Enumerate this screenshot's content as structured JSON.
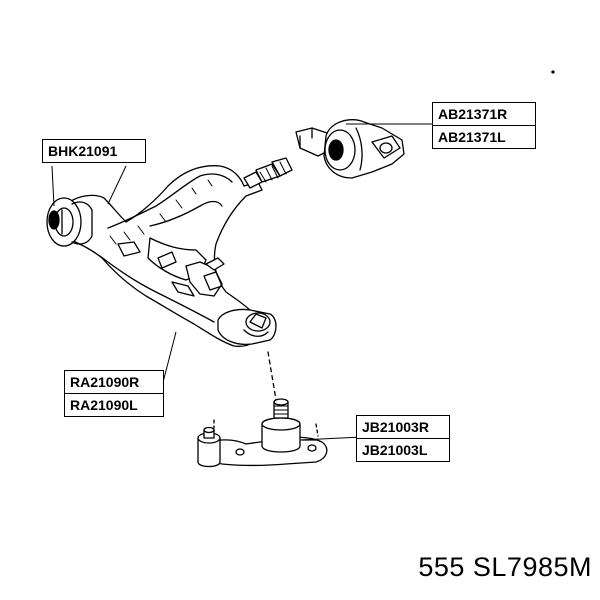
{
  "labels": {
    "bushing_front": {
      "part": "BHK21091"
    },
    "bushing_rear": {
      "right": "AB21371R",
      "left": "AB21371L"
    },
    "control_arm": {
      "right": "RA21090R",
      "left": "RA21090L"
    },
    "ball_joint": {
      "right": "JB21003R",
      "left": "JB21003L"
    }
  },
  "footer": {
    "text": "555 SL7985M"
  },
  "colors": {
    "line": "#000000",
    "fill": "#ffffff"
  }
}
